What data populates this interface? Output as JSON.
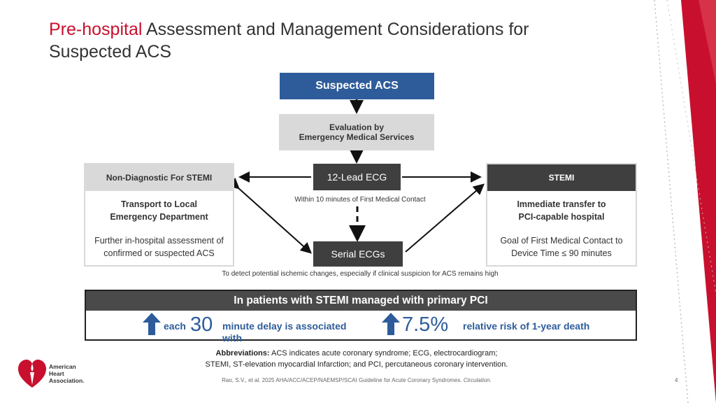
{
  "title": {
    "highlight": "Pre-hospital",
    "rest_line1": "Assessment and Management Considerations for",
    "line2": "Suspected ACS"
  },
  "flow": {
    "suspected": "Suspected ACS",
    "ems_line1": "Evaluation by",
    "ems_line2": "Emergency Medical Services",
    "ecg12": "12-Lead ECG",
    "ecg12_note": "Within 10 minutes of First Medical Contact",
    "serial": "Serial ECGs",
    "serial_note": "To detect potential ischemic changes, especially if clinical suspicion for ACS remains high",
    "left": {
      "header": "Non-Diagnostic For STEMI",
      "line1": "Transport to Local",
      "line2": "Emergency Department",
      "line3": "Further in-hospital assessment of",
      "line4": "confirmed or suspected ACS"
    },
    "right": {
      "header": "STEMI",
      "line1": "Immediate transfer to",
      "line2": "PCI-capable hospital",
      "line3": "Goal of First Medical Contact to",
      "line4": "Device Time ≤ 90 minutes"
    }
  },
  "stemi_box": {
    "header": "In patients with STEMI managed with primary PCI",
    "each": "each",
    "num1": "30",
    "delay_line1": "minute delay is associated",
    "delay_line2": "with",
    "num2": "7.5%",
    "risk": "relative risk of 1-year death"
  },
  "abbrev": {
    "label": "Abbreviations:",
    "text1": " ACS indicates acute coronary syndrome; ECG, electrocardiogram;",
    "text2": "STEMI, ST-elevation myocardial Infarction; and PCI, percutaneous coronary intervention."
  },
  "citation": {
    "text": "Rao, S.V., et al. 2025 AHA/ACC/ACEP/NAEMSP/SCAI Guideline for Acute Coronary Syndromes.",
    "journal": "Circulation."
  },
  "page_number": "4",
  "logo": {
    "line1": "American",
    "line2": "Heart",
    "line3": "Association."
  },
  "colors": {
    "accent_red": "#c8102e",
    "accent_blue": "#2e5c9a",
    "dark_gray": "#3f3f3f",
    "light_gray": "#d9d9d9"
  }
}
